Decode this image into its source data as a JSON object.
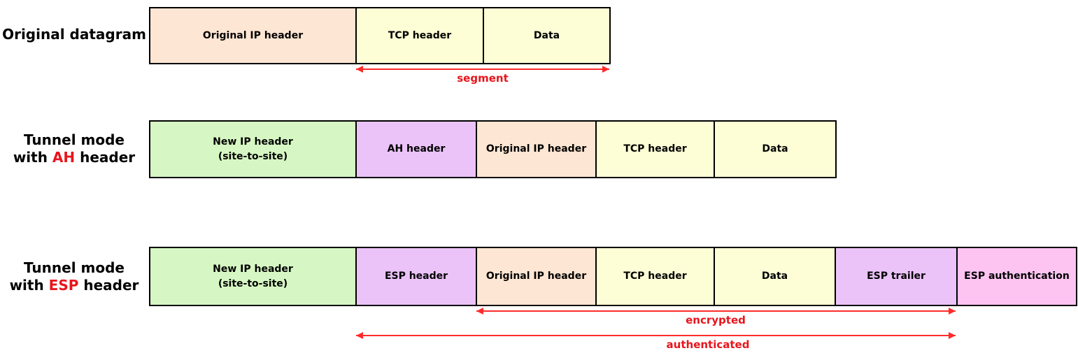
{
  "colors": {
    "green": "#d6f7c3",
    "purple": "#ebc3f8",
    "peach": "#fde6d3",
    "yellow": "#fdfdd6",
    "pink": "#fdc4f2",
    "red": "#e8151c",
    "arrow": "#ff2b2b"
  },
  "rows": [
    {
      "label": "Original datagram",
      "boxes": [
        {
          "text": "Original IP header"
        },
        {
          "text": "TCP header"
        },
        {
          "text": "Data"
        }
      ],
      "arrow_label": "segment"
    },
    {
      "label_line1": "Tunnel mode",
      "label_line2_prefix": "with ",
      "label_line2_highlight": "AH",
      "label_line2_suffix": " header",
      "boxes": [
        {
          "text_line1": "New IP header",
          "text_line2": "(site-to-site)"
        },
        {
          "text": "AH header"
        },
        {
          "text": "Original IP header"
        },
        {
          "text": "TCP header"
        },
        {
          "text": "Data"
        }
      ]
    },
    {
      "label_line1": "Tunnel mode",
      "label_line2_prefix": "with ",
      "label_line2_highlight": "ESP",
      "label_line2_suffix": " header",
      "boxes": [
        {
          "text_line1": "New IP header",
          "text_line2": "(site-to-site)"
        },
        {
          "text": "ESP header"
        },
        {
          "text": "Original IP header"
        },
        {
          "text": "TCP header"
        },
        {
          "text": "Data"
        },
        {
          "text": "ESP trailer"
        },
        {
          "text": "ESP authentication"
        }
      ],
      "arrow_encrypted_label": "encrypted",
      "arrow_authenticated_label": "authenticated"
    }
  ]
}
